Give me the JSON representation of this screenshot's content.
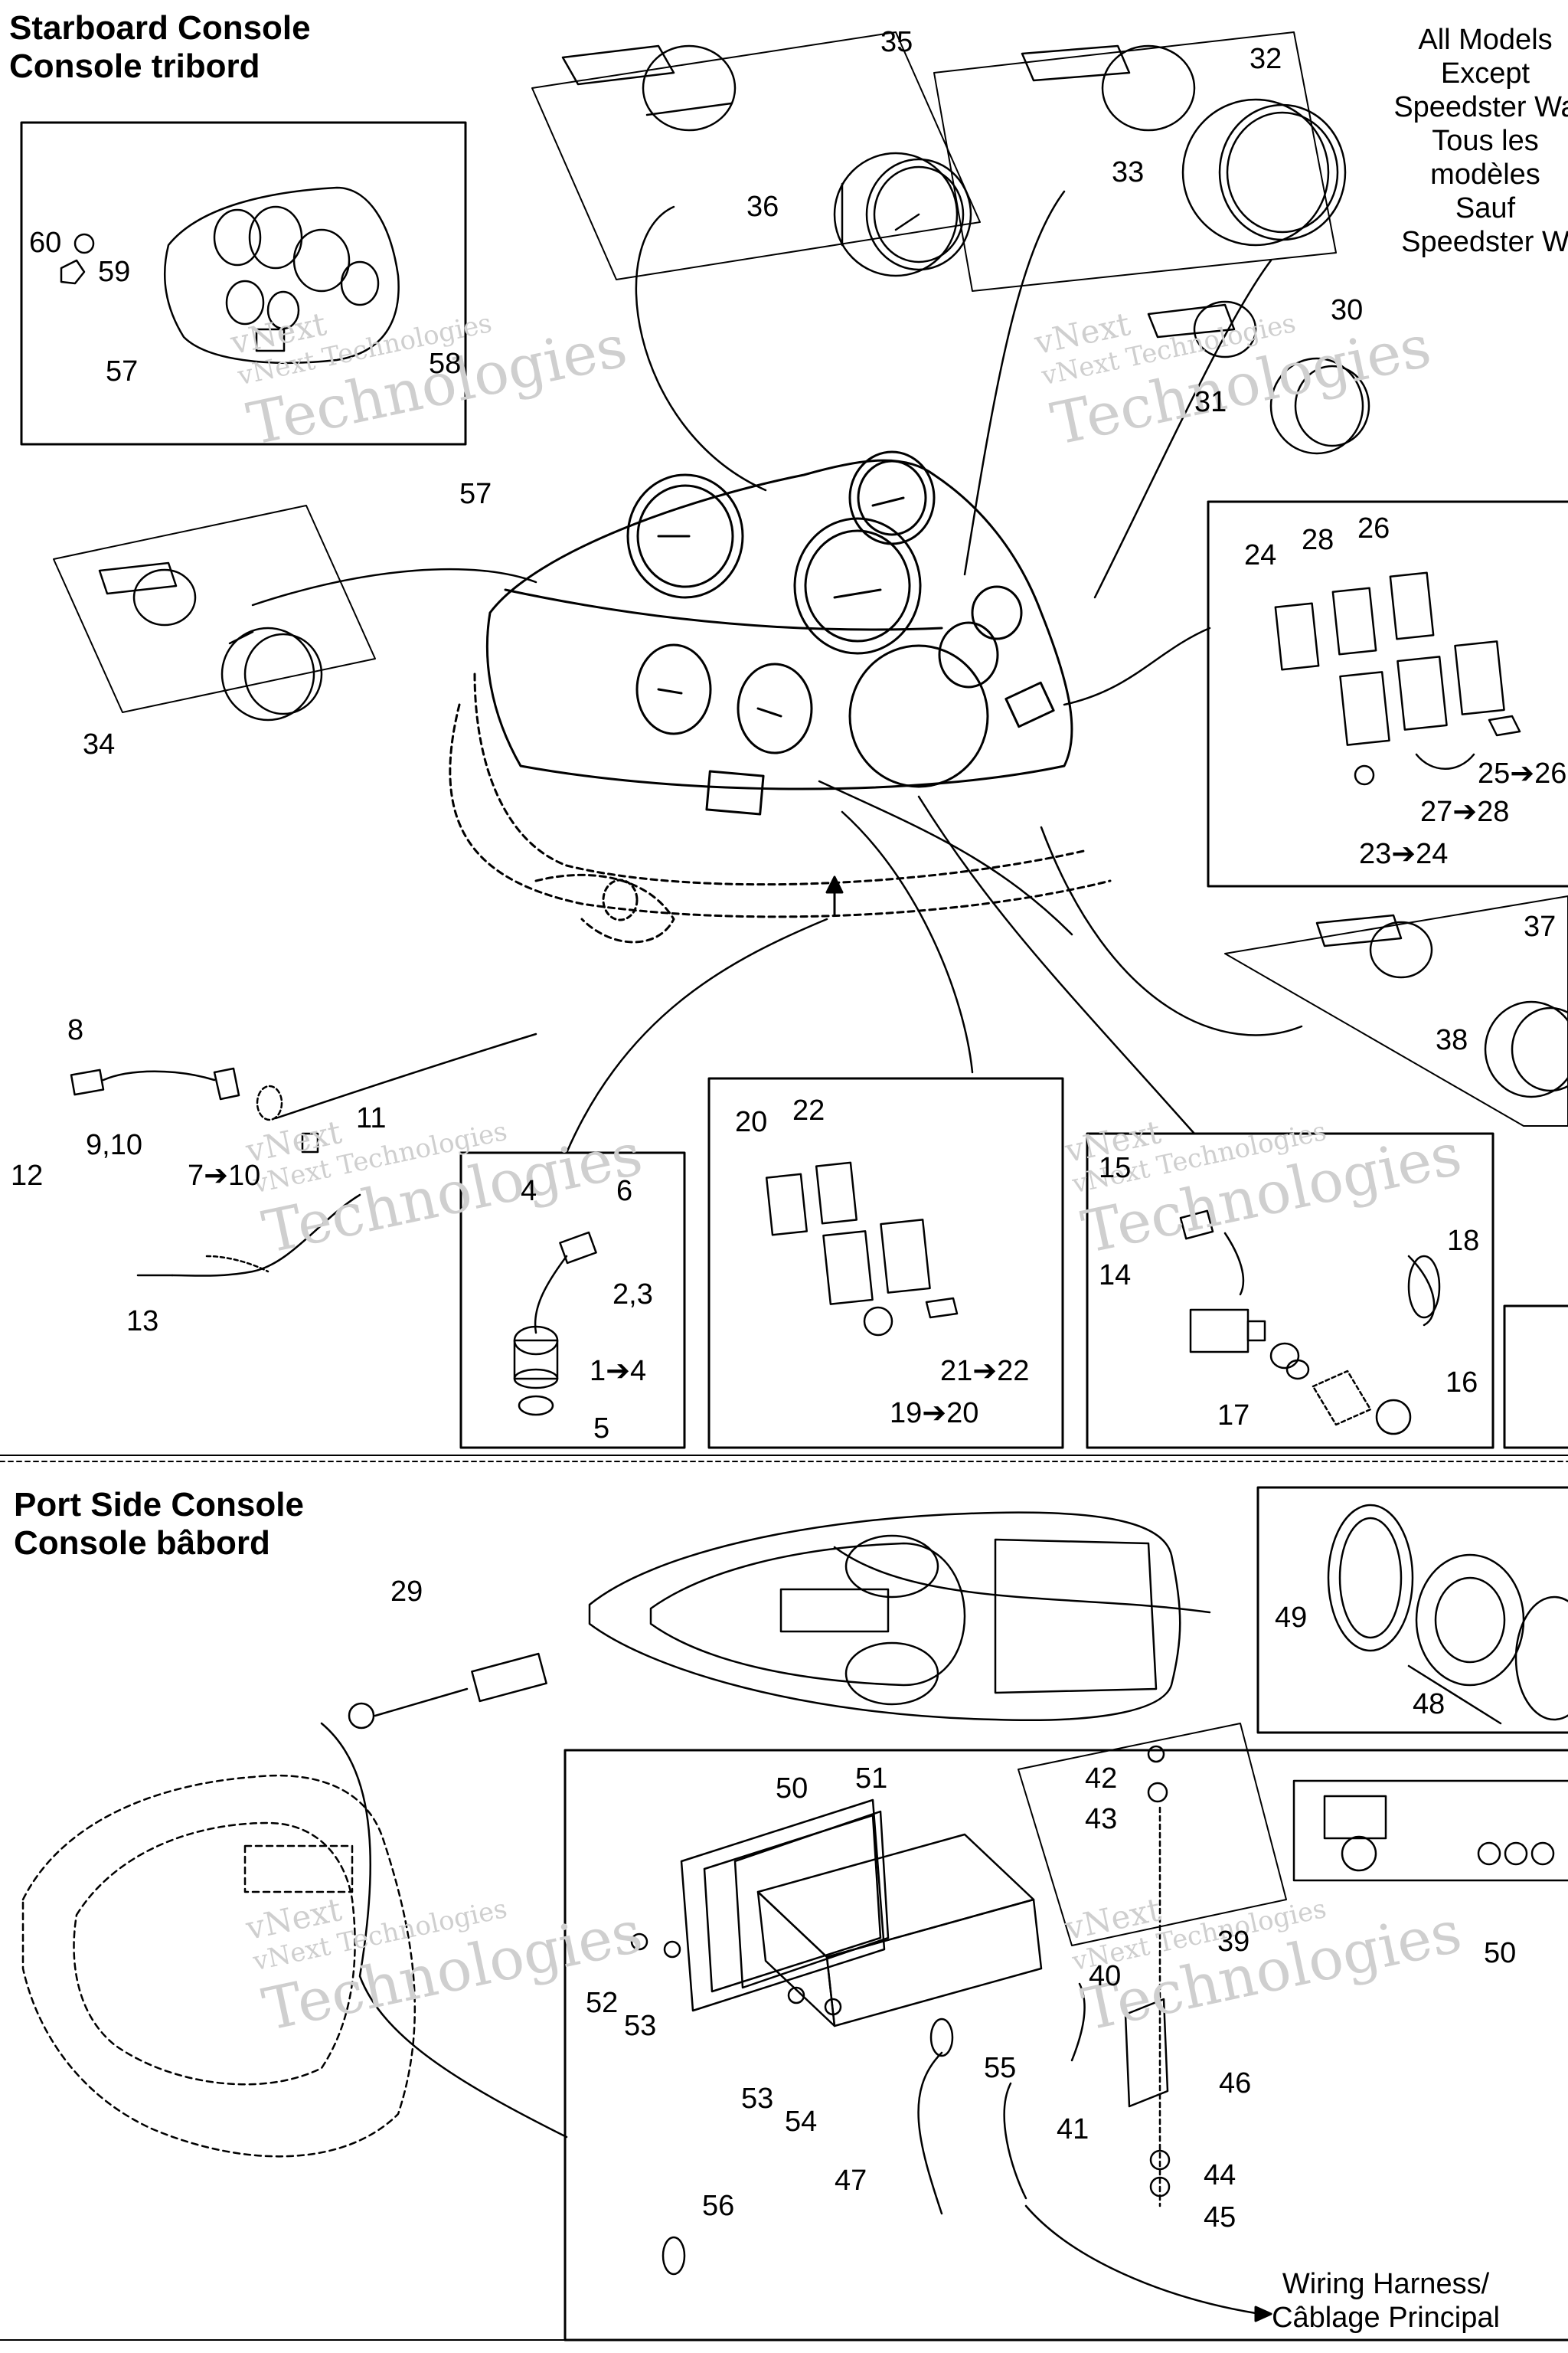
{
  "sections": {
    "starboard": {
      "title_en": "Starboard Console",
      "title_fr": "Console tribord"
    },
    "port": {
      "title_en": "Port Side Console",
      "title_fr": "Console bâbord"
    }
  },
  "notes": {
    "models_note": [
      "All Models",
      "Except",
      "Speedster Wa",
      "Tous les",
      "modèles",
      "Sauf",
      "Speedster W"
    ],
    "wiring_harness": [
      "Wiring Harness/",
      "Câblage Principal"
    ]
  },
  "watermark": {
    "line1": "vNext",
    "line2": "vNext Technologies",
    "line3": "Technologies"
  },
  "callouts": {
    "c35": "35",
    "c32": "32",
    "c36": "36",
    "c33": "33",
    "c30": "30",
    "c31": "31",
    "c60": "60",
    "c59": "59",
    "c57a": "57",
    "c58": "58",
    "c57b": "57",
    "c24": "24",
    "c28": "28",
    "c26": "26",
    "c25": "25➔26",
    "c27": "27➔28",
    "c23": "23➔24",
    "c34": "34",
    "c37": "37",
    "c38": "38",
    "c8": "8",
    "c9": "9,10",
    "c12": "12",
    "c7": "7➔10",
    "c11": "11",
    "c13": "13",
    "c4": "4",
    "c6": "6",
    "c23b": "2,3",
    "c14b": "1➔4",
    "c5": "5",
    "c20": "20",
    "c22": "22",
    "c2122": "21➔22",
    "c1920": "19➔20",
    "c15": "15",
    "c18": "18",
    "c14": "14",
    "c17": "17",
    "c16": "16",
    "c29": "29",
    "c49": "49",
    "c48": "48",
    "c50a": "50",
    "c51": "51",
    "c42": "42",
    "c43": "43",
    "c39": "39",
    "c40": "40",
    "c50b": "50",
    "c52": "52",
    "c53a": "53",
    "c53b": "53",
    "c54": "54",
    "c55": "55",
    "c41": "41",
    "c46": "46",
    "c44": "44",
    "c45": "45",
    "c47": "47",
    "c56": "56"
  }
}
